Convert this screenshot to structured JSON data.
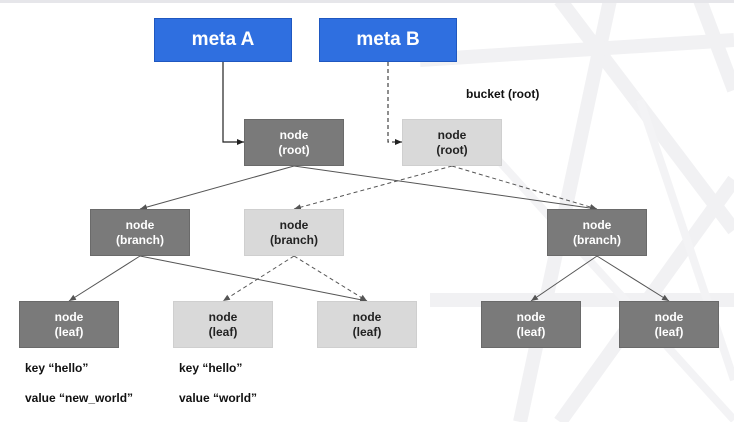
{
  "meta_a": "meta A",
  "meta_b": "meta B",
  "bucket_label": "bucket (root)",
  "nodes": {
    "root_a": {
      "l1": "node",
      "l2": "(root)"
    },
    "root_b": {
      "l1": "node",
      "l2": "(root)"
    },
    "branch_1": {
      "l1": "node",
      "l2": "(branch)"
    },
    "branch_2": {
      "l1": "node",
      "l2": "(branch)"
    },
    "branch_3": {
      "l1": "node",
      "l2": "(branch)"
    },
    "leaf_1": {
      "l1": "node",
      "l2": "(leaf)"
    },
    "leaf_2": {
      "l1": "node",
      "l2": "(leaf)"
    },
    "leaf_3": {
      "l1": "node",
      "l2": "(leaf)"
    },
    "leaf_4": {
      "l1": "node",
      "l2": "(leaf)"
    },
    "leaf_5": {
      "l1": "node",
      "l2": "(leaf)"
    }
  },
  "kv_left": {
    "key": "key “hello”",
    "value": "value “new_world”"
  },
  "kv_mid": {
    "key": "key “hello”",
    "value": "value “world”"
  },
  "colors": {
    "meta_fill": "#2f6fe0",
    "node_dark": "#7a7a7a",
    "node_light": "#d9d9d9",
    "edge": "#555555"
  }
}
